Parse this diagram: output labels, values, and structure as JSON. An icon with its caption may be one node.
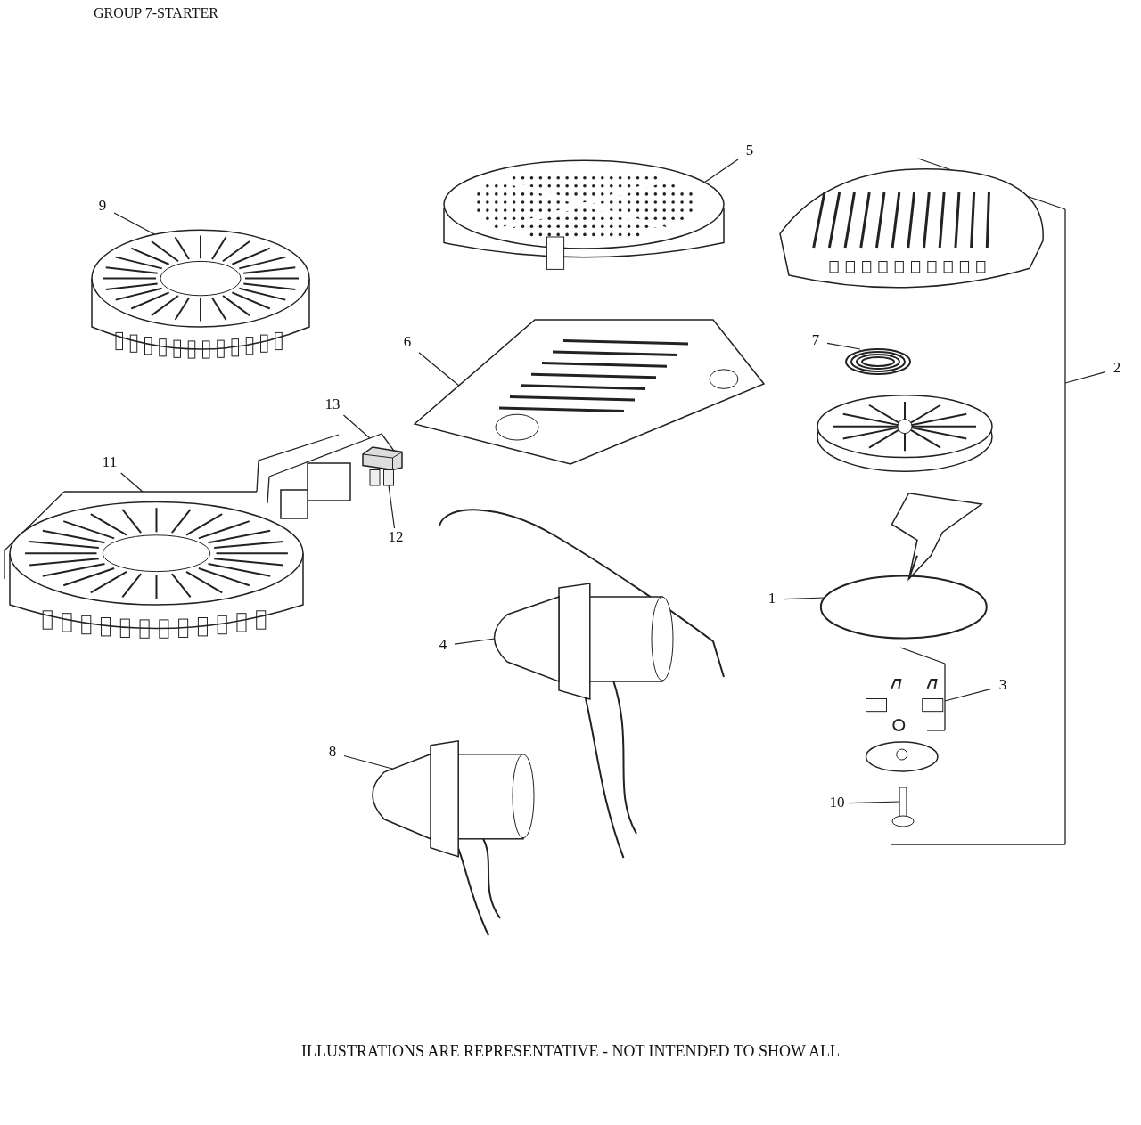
{
  "diagram": {
    "title": "GROUP 7-STARTER",
    "caption": "ILLUSTRATIONS ARE REPRESENTATIVE - NOT INTENDED TO SHOW ALL",
    "nodes": [
      {
        "text": [
          "9"
        ]
      },
      {
        "text": [],
        "shape": "picture"
      },
      {
        "text": [
          "5"
        ]
      },
      {
        "text": [],
        "shape": "picture"
      },
      {
        "text": [],
        "shape": "picture"
      },
      {
        "text": [
          "6"
        ]
      },
      {
        "text": [],
        "shape": "picture"
      },
      {
        "text": [
          "7"
        ]
      },
      {
        "text": [],
        "shape": "picture"
      },
      {
        "text": [],
        "shape": "picture"
      },
      {
        "text": [
          "2"
        ]
      },
      {
        "text": [
          "13"
        ]
      },
      {
        "text": [
          "11"
        ]
      },
      {
        "text": [],
        "shape": "picture"
      },
      {
        "text": [],
        "shape": "picture"
      },
      {
        "text": [
          "12"
        ]
      },
      {
        "text": [
          "1"
        ]
      },
      {
        "text": [],
        "shape": "picture"
      },
      {
        "text": [
          "4"
        ]
      },
      {
        "text": [],
        "shape": "picture"
      },
      {
        "text": [
          "3"
        ]
      },
      {
        "text": [],
        "shape": "picture"
      },
      {
        "text": [
          "8"
        ]
      },
      {
        "text": [],
        "shape": "picture"
      },
      {
        "text": [
          "10"
        ]
      },
      {
        "text": [],
        "shape": "picture"
      },
      {
        "text": [],
        "shape": "bracket"
      },
      {
        "text": [],
        "shape": "bracket"
      },
      {
        "text": [],
        "shape": "bracket"
      },
      {
        "text": [],
        "shape": "bracket"
      }
    ],
    "edges": [
      {
        "from": 0,
        "to": 1,
        "arrow": "none"
      },
      {
        "from": 2,
        "to": 3,
        "arrow": "none"
      },
      {
        "from": 5,
        "to": 6,
        "arrow": "none"
      },
      {
        "from": 7,
        "to": 8,
        "arrow": "none"
      },
      {
        "from": 10,
        "to": 26,
        "arrow": "none"
      },
      {
        "from": 11,
        "to": 29,
        "arrow": "none"
      },
      {
        "from": 12,
        "to": 28,
        "arrow": "none"
      },
      {
        "from": 15,
        "to": 14,
        "arrow": "none"
      },
      {
        "from": 16,
        "to": 17,
        "arrow": "none"
      },
      {
        "from": 18,
        "to": 19,
        "arrow": "none"
      },
      {
        "from": 20,
        "to": 27,
        "arrow": "none"
      },
      {
        "from": 22,
        "to": 23,
        "arrow": "none"
      },
      {
        "from": 24,
        "to": 25,
        "arrow": "none"
      }
    ]
  }
}
